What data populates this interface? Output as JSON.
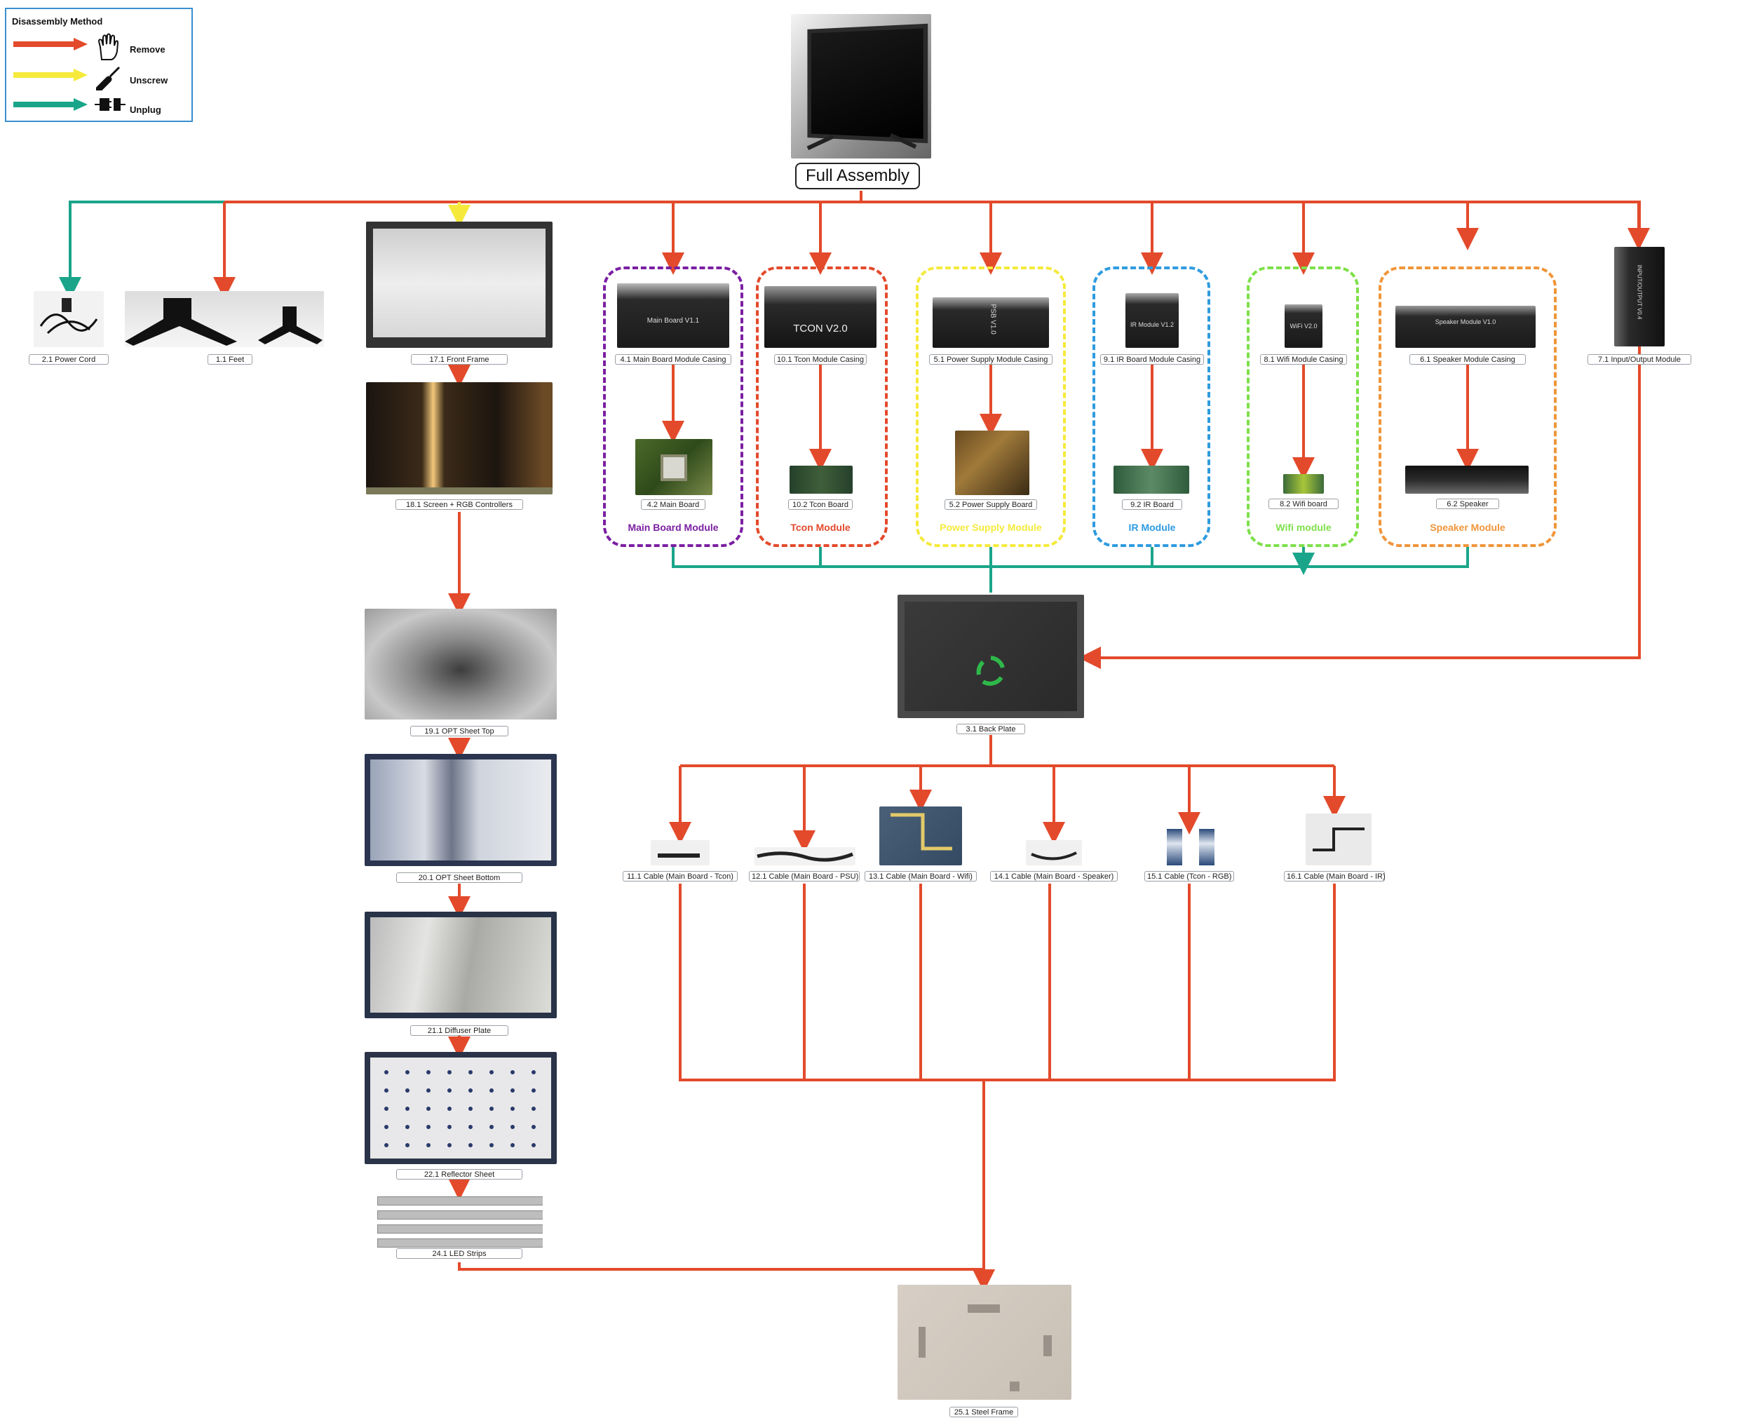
{
  "legend": {
    "title": "Disassembly Method",
    "items": [
      {
        "label": "Remove",
        "color": "#e34a2b",
        "icon": "hand-icon"
      },
      {
        "label": "Unscrew",
        "color": "#f5ea3b",
        "icon": "screwdriver-icon"
      },
      {
        "label": "Unplug",
        "color": "#1aa58a",
        "icon": "plug-icon"
      }
    ]
  },
  "root": {
    "label": "Full Assembly"
  },
  "parts": {
    "power_cord": "2.1 Power Cord",
    "feet": "1.1 Feet",
    "front_frame": "17.1 Front Frame",
    "screen": "18.1 Screen + RGB Controllers",
    "opt_top": "19.1 OPT Sheet Top",
    "opt_bottom": "20.1 OPT Sheet Bottom",
    "diffuser": "21.1 Diffuser Plate",
    "reflector": "22.1 Reflector Sheet",
    "led": "24.1 LED Strips",
    "main_casing": "4.1 Main Board Module Casing",
    "main_board": "4.2 Main Board",
    "tcon_casing": "10.1 Tcon Module Casing",
    "tcon_board": "10.2 Tcon Board",
    "psu_casing": "5.1 Power Supply Module Casing",
    "psu_board": "5.2 Power Supply Board",
    "ir_casing": "9.1 IR Board Module Casing",
    "ir_board": "9.2 IR Board",
    "wifi_casing": "8.1 Wifi Module Casing",
    "wifi_board": "8.2 Wifi board",
    "speaker_casing": "6.1 Speaker Module Casing",
    "speaker": "6.2 Speaker",
    "io_module": "7.1 Input/Output Module",
    "back_plate": "3.1 Back Plate",
    "cable_11": "11.1 Cable (Main Board - Tcon)",
    "cable_12": "12.1 Cable (Main Board - PSU)",
    "cable_13": "13.1 Cable (Main Board - Wifi)",
    "cable_14": "14.1 Cable (Main Board - Speaker)",
    "cable_15": "15.1 Cable (Tcon - RGB)",
    "cable_16": "16.1 Cable (Main Board - IR)",
    "steel_frame": "25.1 Steel Frame"
  },
  "groups": {
    "main": {
      "name": "Main Board Module",
      "color": "#7b1fa2"
    },
    "tcon": {
      "name": "Tcon Module",
      "color": "#e34a2b"
    },
    "psu": {
      "name": "Power Supply Module",
      "color": "#f5ea3b"
    },
    "ir": {
      "name": "IR Module",
      "color": "#2e9be0"
    },
    "wifi": {
      "name": "Wifi module",
      "color": "#7ee04a"
    },
    "speaker": {
      "name": "Speaker Module",
      "color": "#f0953a"
    }
  },
  "casing_text": {
    "main": "Main Board V1.1",
    "tcon": "TCON V2.0",
    "psu": "PSB V1.0",
    "ir": "IR Module V1.2",
    "wifi": "WiFi V2.0",
    "speaker": "Speaker Module V1.0",
    "io": "INPUT/OUTPUT V0.4"
  }
}
